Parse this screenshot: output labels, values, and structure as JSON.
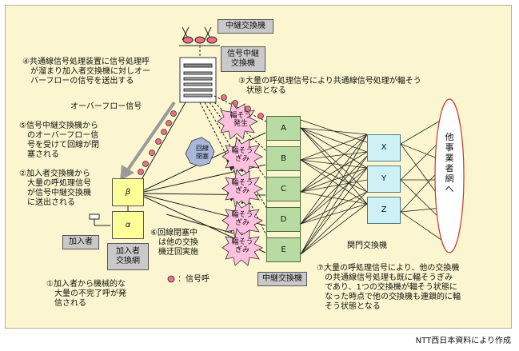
{
  "boxes": {
    "chukei_koukanki_top": "中継交換機",
    "shingou_chukei": "信号中継\n交換機",
    "kanyusha": "加入者",
    "kanyusha_koukanmou": "加入者\n交換網",
    "chukei_koukanki_bottom": "中継交換機",
    "kanmon_koukanki": "関門交換機",
    "kaisen_heisoku": "回線\n閉塞",
    "other_network": "他事業者網へ"
  },
  "node_labels": {
    "beta": "β",
    "alpha": "α",
    "trunks": [
      "A",
      "B",
      "C",
      "D",
      "E"
    ],
    "gateways": [
      "X",
      "Y",
      "Z"
    ]
  },
  "bursts": [
    "輻そう\n発生",
    "輻そう\nぎみ",
    "輻そう\nぎみ",
    "輻そう\nぎみ",
    "輻そう\nぎみ"
  ],
  "notes": {
    "n4": "④共通線信号処理装置に信号処理呼\n　が溜まり加入者交換機に対しオー\n　バーフローの信号を送出する",
    "n3": "③大量の呼処理信号により共通線信号処理が輻そう\n　状態となる",
    "overflow": "オーバーフロー信号",
    "n5": "⑤信号中継交換機から\n　のオーバーフロー信\n　号を受けて回線が閉\n　塞される",
    "n2": "②加入者交換機から\n　大量の呼処理信号\n　が信号中継交換機\n　に送出される",
    "n6": "⑥回線閉塞中\n　は他の交換\n　機迂回実施",
    "n1": "①加入者から機械的な\n　大量の不完了呼が発\n　信される",
    "legend": "：信号呼",
    "n7": "⑦大量の呼処理信号により、他の交換機\n　の共通線信号処理も既に輻そうぎみ\n　であり、1つの交換機が輻そう状態に\n　なった時点で他の交換機も連鎖的に輻\n　そう状態となる"
  },
  "credit": "NTT西日本資料により作成",
  "colors": {
    "background": "#fbf6cf",
    "trunk_fill": "#b7dba2",
    "gateway_fill": "#cdf1f4",
    "signal_dot": "#ef6f86",
    "burst_fill": "#ffc0e0"
  }
}
